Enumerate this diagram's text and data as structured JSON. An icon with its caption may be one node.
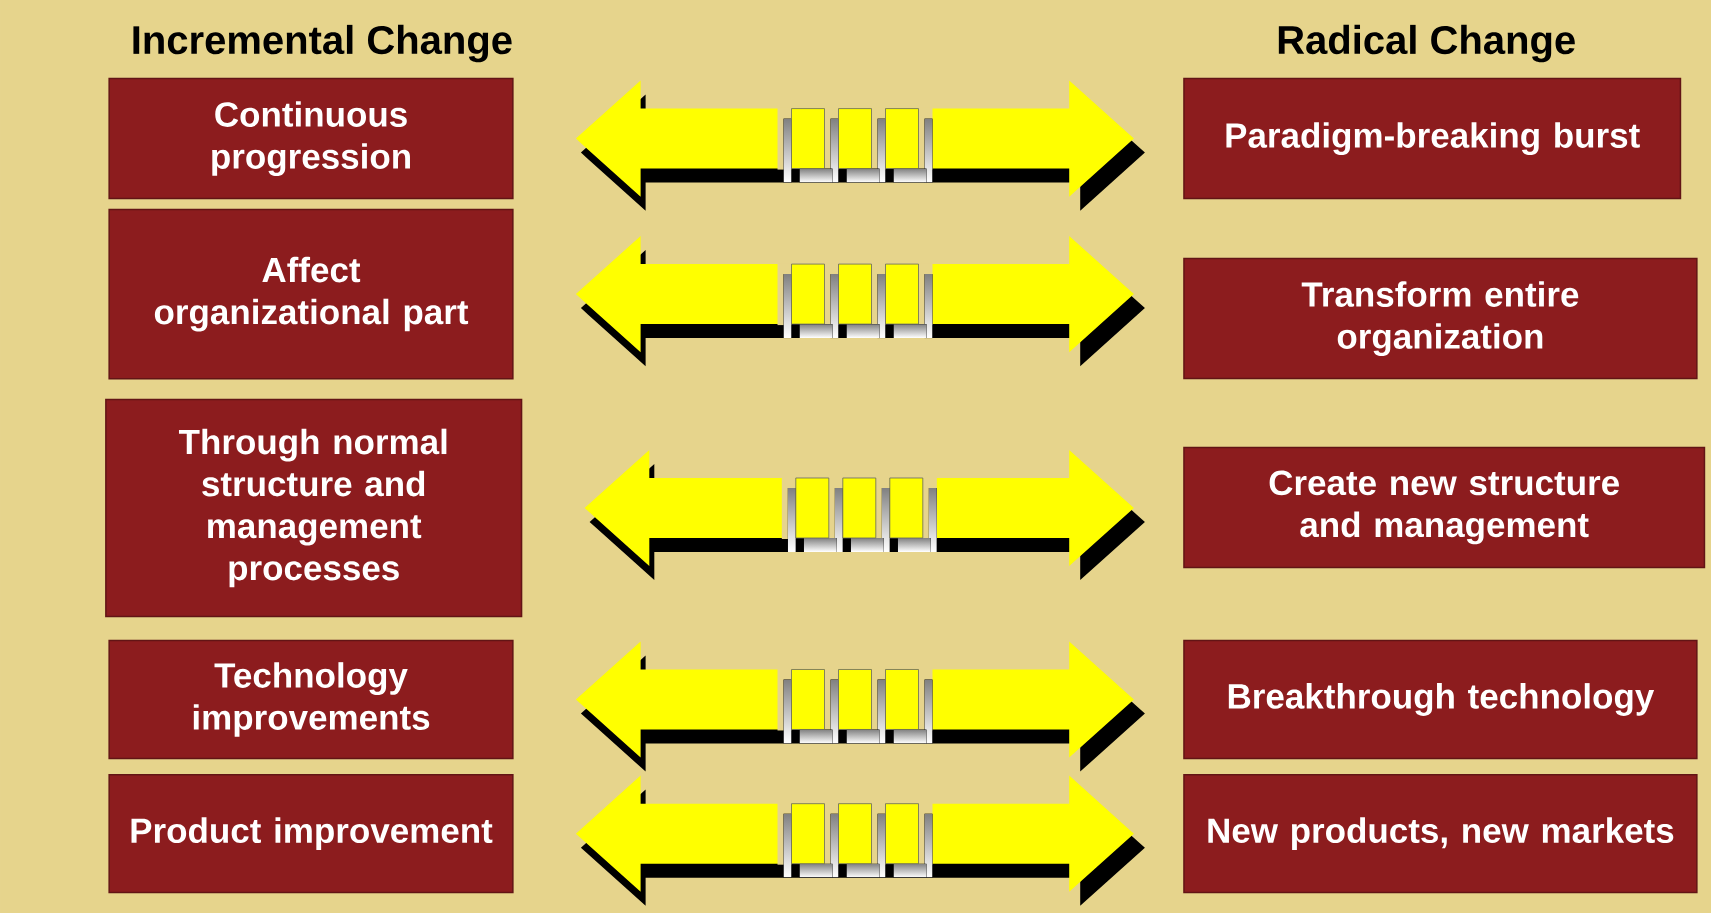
{
  "diagram": {
    "nodes": [
      {
        "text": [
          "Continuous progression"
        ]
      },
      {
        "text": [
          "Paradigm-breaking burst"
        ]
      },
      {
        "text": [
          "Affect organizational part"
        ]
      },
      {
        "text": [
          "Transform entire organization"
        ]
      },
      {
        "text": [
          "Through normal structure and management processes"
        ]
      },
      {
        "text": [
          "Create new structure and management"
        ]
      },
      {
        "text": [
          "Technology improvements"
        ]
      },
      {
        "text": [
          "Breakthrough technology"
        ]
      },
      {
        "text": [
          "Product improvement"
        ]
      },
      {
        "text": [
          "New products, new markets"
        ]
      }
    ],
    "edges": [
      {
        "from": 0,
        "to": 1,
        "arrow": "both"
      },
      {
        "from": 2,
        "to": 3,
        "arrow": "both"
      },
      {
        "from": 4,
        "to": 5,
        "arrow": "both"
      },
      {
        "from": 6,
        "to": 7,
        "arrow": "both"
      },
      {
        "from": 8,
        "to": 9,
        "arrow": "both"
      }
    ],
    "labels": [
      "Incremental Change",
      "Radical Change"
    ]
  }
}
